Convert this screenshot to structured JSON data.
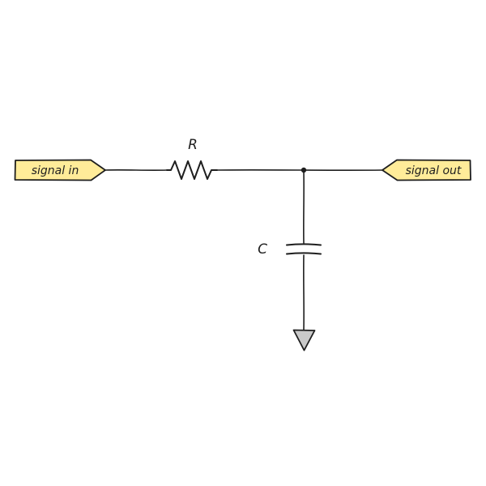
{
  "diagram": {
    "signal_in_label": "signal in",
    "signal_out_label": "signal out",
    "resistor_label": "R",
    "capacitor_label": "C"
  },
  "colors": {
    "stroke": "#1e1e1e",
    "flag_fill": "#ffec99",
    "ground_fill": "#c9c9c9"
  }
}
